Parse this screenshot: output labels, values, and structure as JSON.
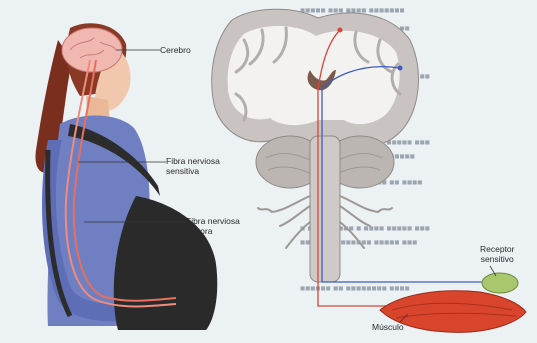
{
  "labels": {
    "cerebro": "Cerebro",
    "fibra_sensitiva_1": "Fibra nerviosa",
    "fibra_sensitiva_2": "sensitiva",
    "fibra_motora_1": "Fibra nerviosa",
    "fibra_motora_2": "motora",
    "receptor_1": "Receptor",
    "receptor_2": "sensitivo",
    "musculo": "Músculo"
  },
  "colors": {
    "sensory_nerve": "#3b5cc4",
    "motor_nerve": "#d9463a",
    "brain_gray": "#c9c4c1",
    "sweater": "#6f7fc2",
    "muscle": "#d8452c",
    "receptor": "#a9c76c"
  }
}
